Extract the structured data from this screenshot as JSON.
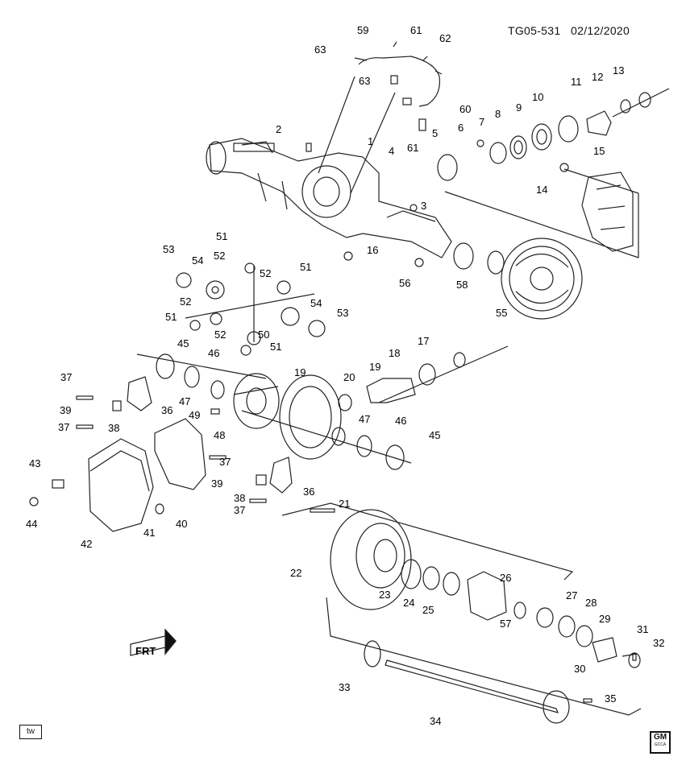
{
  "header": {
    "code": "TG05-531",
    "date": "02/12/2020"
  },
  "footer": {
    "left_badge": "tw",
    "brand_logo": "GM",
    "brand_sub": "GCCA"
  },
  "direction_marker": {
    "label": "FRT"
  },
  "callouts": [
    {
      "n": "1"
    },
    {
      "n": "2"
    },
    {
      "n": "3"
    },
    {
      "n": "4"
    },
    {
      "n": "5"
    },
    {
      "n": "6"
    },
    {
      "n": "7"
    },
    {
      "n": "8"
    },
    {
      "n": "9"
    },
    {
      "n": "10"
    },
    {
      "n": "11"
    },
    {
      "n": "12"
    },
    {
      "n": "13"
    },
    {
      "n": "14"
    },
    {
      "n": "15"
    },
    {
      "n": "16"
    },
    {
      "n": "17"
    },
    {
      "n": "18"
    },
    {
      "n": "19"
    },
    {
      "n": "19"
    },
    {
      "n": "20"
    },
    {
      "n": "21"
    },
    {
      "n": "22"
    },
    {
      "n": "23"
    },
    {
      "n": "24"
    },
    {
      "n": "25"
    },
    {
      "n": "26"
    },
    {
      "n": "27"
    },
    {
      "n": "28"
    },
    {
      "n": "29"
    },
    {
      "n": "30"
    },
    {
      "n": "31"
    },
    {
      "n": "32"
    },
    {
      "n": "33"
    },
    {
      "n": "34"
    },
    {
      "n": "35"
    },
    {
      "n": "36"
    },
    {
      "n": "36"
    },
    {
      "n": "37"
    },
    {
      "n": "37"
    },
    {
      "n": "37"
    },
    {
      "n": "37"
    },
    {
      "n": "38"
    },
    {
      "n": "38"
    },
    {
      "n": "39"
    },
    {
      "n": "39"
    },
    {
      "n": "40"
    },
    {
      "n": "41"
    },
    {
      "n": "42"
    },
    {
      "n": "43"
    },
    {
      "n": "44"
    },
    {
      "n": "45"
    },
    {
      "n": "45"
    },
    {
      "n": "46"
    },
    {
      "n": "46"
    },
    {
      "n": "47"
    },
    {
      "n": "47"
    },
    {
      "n": "48"
    },
    {
      "n": "49"
    },
    {
      "n": "50"
    },
    {
      "n": "51"
    },
    {
      "n": "51"
    },
    {
      "n": "51"
    },
    {
      "n": "51"
    },
    {
      "n": "52"
    },
    {
      "n": "52"
    },
    {
      "n": "52"
    },
    {
      "n": "52"
    },
    {
      "n": "53"
    },
    {
      "n": "53"
    },
    {
      "n": "54"
    },
    {
      "n": "54"
    },
    {
      "n": "55"
    },
    {
      "n": "56"
    },
    {
      "n": "57"
    },
    {
      "n": "58"
    },
    {
      "n": "59"
    },
    {
      "n": "60"
    },
    {
      "n": "61"
    },
    {
      "n": "61"
    },
    {
      "n": "62"
    },
    {
      "n": "63"
    },
    {
      "n": "63"
    }
  ]
}
